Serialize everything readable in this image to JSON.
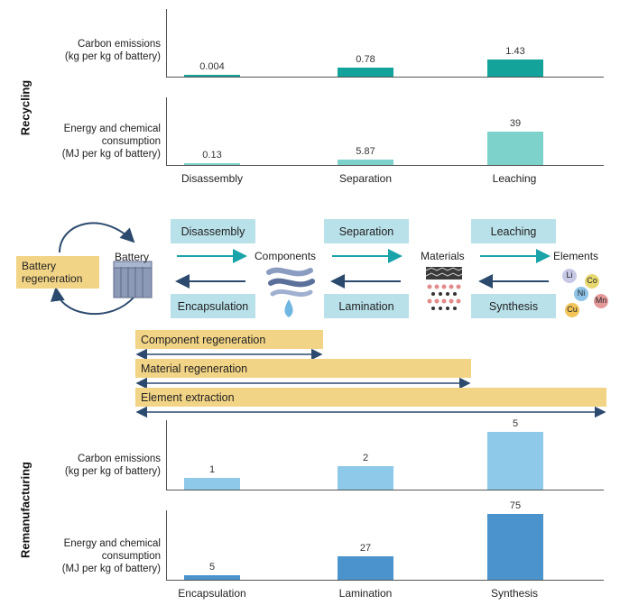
{
  "colors": {
    "recycle_dark": "#13a39a",
    "recycle_light": "#7dd3cb",
    "reman_light": "#8ec9ea",
    "reman_dark": "#4a93cc",
    "step_box": "#b9e1ea",
    "regen_bar": "#f2d486",
    "arrow_teal": "#1aa3a8",
    "arrow_navy": "#2c4a6e"
  },
  "recycling": {
    "section_label": "Recycling",
    "carbon_label": "Carbon emissions\n(kg per kg of battery)",
    "energy_label": "Energy and chemical\nconsumption\n(MJ per kg of battery)",
    "categories": [
      "Disassembly",
      "Separation",
      "Leaching"
    ]
  },
  "remanufacturing": {
    "section_label": "Remanufacturing",
    "carbon_label": "Carbon emissions\n(kg per kg of battery)",
    "energy_label": "Energy and chemical\nconsumption\n(MJ per kg of battery)",
    "categories": [
      "Encapsulation",
      "Lamination",
      "Synthesis"
    ]
  },
  "process": {
    "battery_regeneration": "Battery\nregeneration",
    "battery": "Battery",
    "components": "Components",
    "materials": "Materials",
    "elements": "Elements",
    "forward_steps": [
      "Disassembly",
      "Separation",
      "Leaching"
    ],
    "reverse_steps": [
      "Encapsulation",
      "Lamination",
      "Synthesis"
    ],
    "element_symbols": [
      "Li",
      "Co",
      "Ni",
      "Mn",
      "Cu"
    ]
  },
  "regeneration_levels": {
    "component": "Component regeneration",
    "material": "Material regeneration",
    "element": "Element extraction"
  },
  "chart_data": [
    {
      "type": "bar",
      "ylabel": "Carbon emissions (kg per kg of battery)",
      "categories": [
        "Disassembly",
        "Separation",
        "Leaching"
      ],
      "values": [
        0.004,
        0.78,
        1.43
      ],
      "value_labels": [
        "0.004",
        "0.78",
        "1.43"
      ]
    },
    {
      "type": "bar",
      "ylabel": "Energy and chemical consumption (MJ per kg of battery)",
      "categories": [
        "Disassembly",
        "Separation",
        "Leaching"
      ],
      "values": [
        0.13,
        5.87,
        39
      ],
      "value_labels": [
        "0.13",
        "5.87",
        "39"
      ]
    },
    {
      "type": "bar",
      "ylabel": "Carbon emissions (kg per kg of battery)",
      "categories": [
        "Encapsulation",
        "Lamination",
        "Synthesis"
      ],
      "values": [
        1,
        2,
        5
      ],
      "value_labels": [
        "1",
        "2",
        "5"
      ]
    },
    {
      "type": "bar",
      "ylabel": "Energy and chemical consumption (MJ per kg of battery)",
      "categories": [
        "Encapsulation",
        "Lamination",
        "Synthesis"
      ],
      "values": [
        5,
        27,
        75
      ],
      "value_labels": [
        "5",
        "27",
        "75"
      ]
    }
  ]
}
